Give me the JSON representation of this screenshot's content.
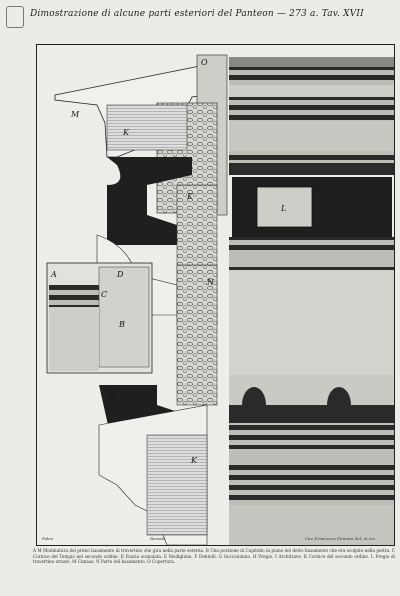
{
  "title": "Dimostrazione di alcune parti esteriori del Panteon — 273 a. Tav. XVII",
  "plate_letters": {
    "O": "O",
    "M": "M",
    "K": "K",
    "L": "L",
    "A": "A",
    "B": "B",
    "C": "C",
    "D": "D",
    "N": "N",
    "G": "G"
  },
  "scale_left": "Palmi",
  "scale_right": "Romani",
  "signature": "Cav. Francesco Piranesi del. et inc.",
  "caption": "A M Modinatura del primo basamento di travertino che gira nella parte esterna. B Una porzione di Capitello in piano del detto basamento che era scolpito nella pietra. C Cornice del Tempio nel secondo ordine. D Fascia scanalata. E Modiglioni. F Dentelli. G Gocciolatoio. H Fregio. I Architrave. K Cornice del secondo ordine. L Fregio di travertino ornato. M Cimasa. N Parte del basamento. O Copertura."
}
